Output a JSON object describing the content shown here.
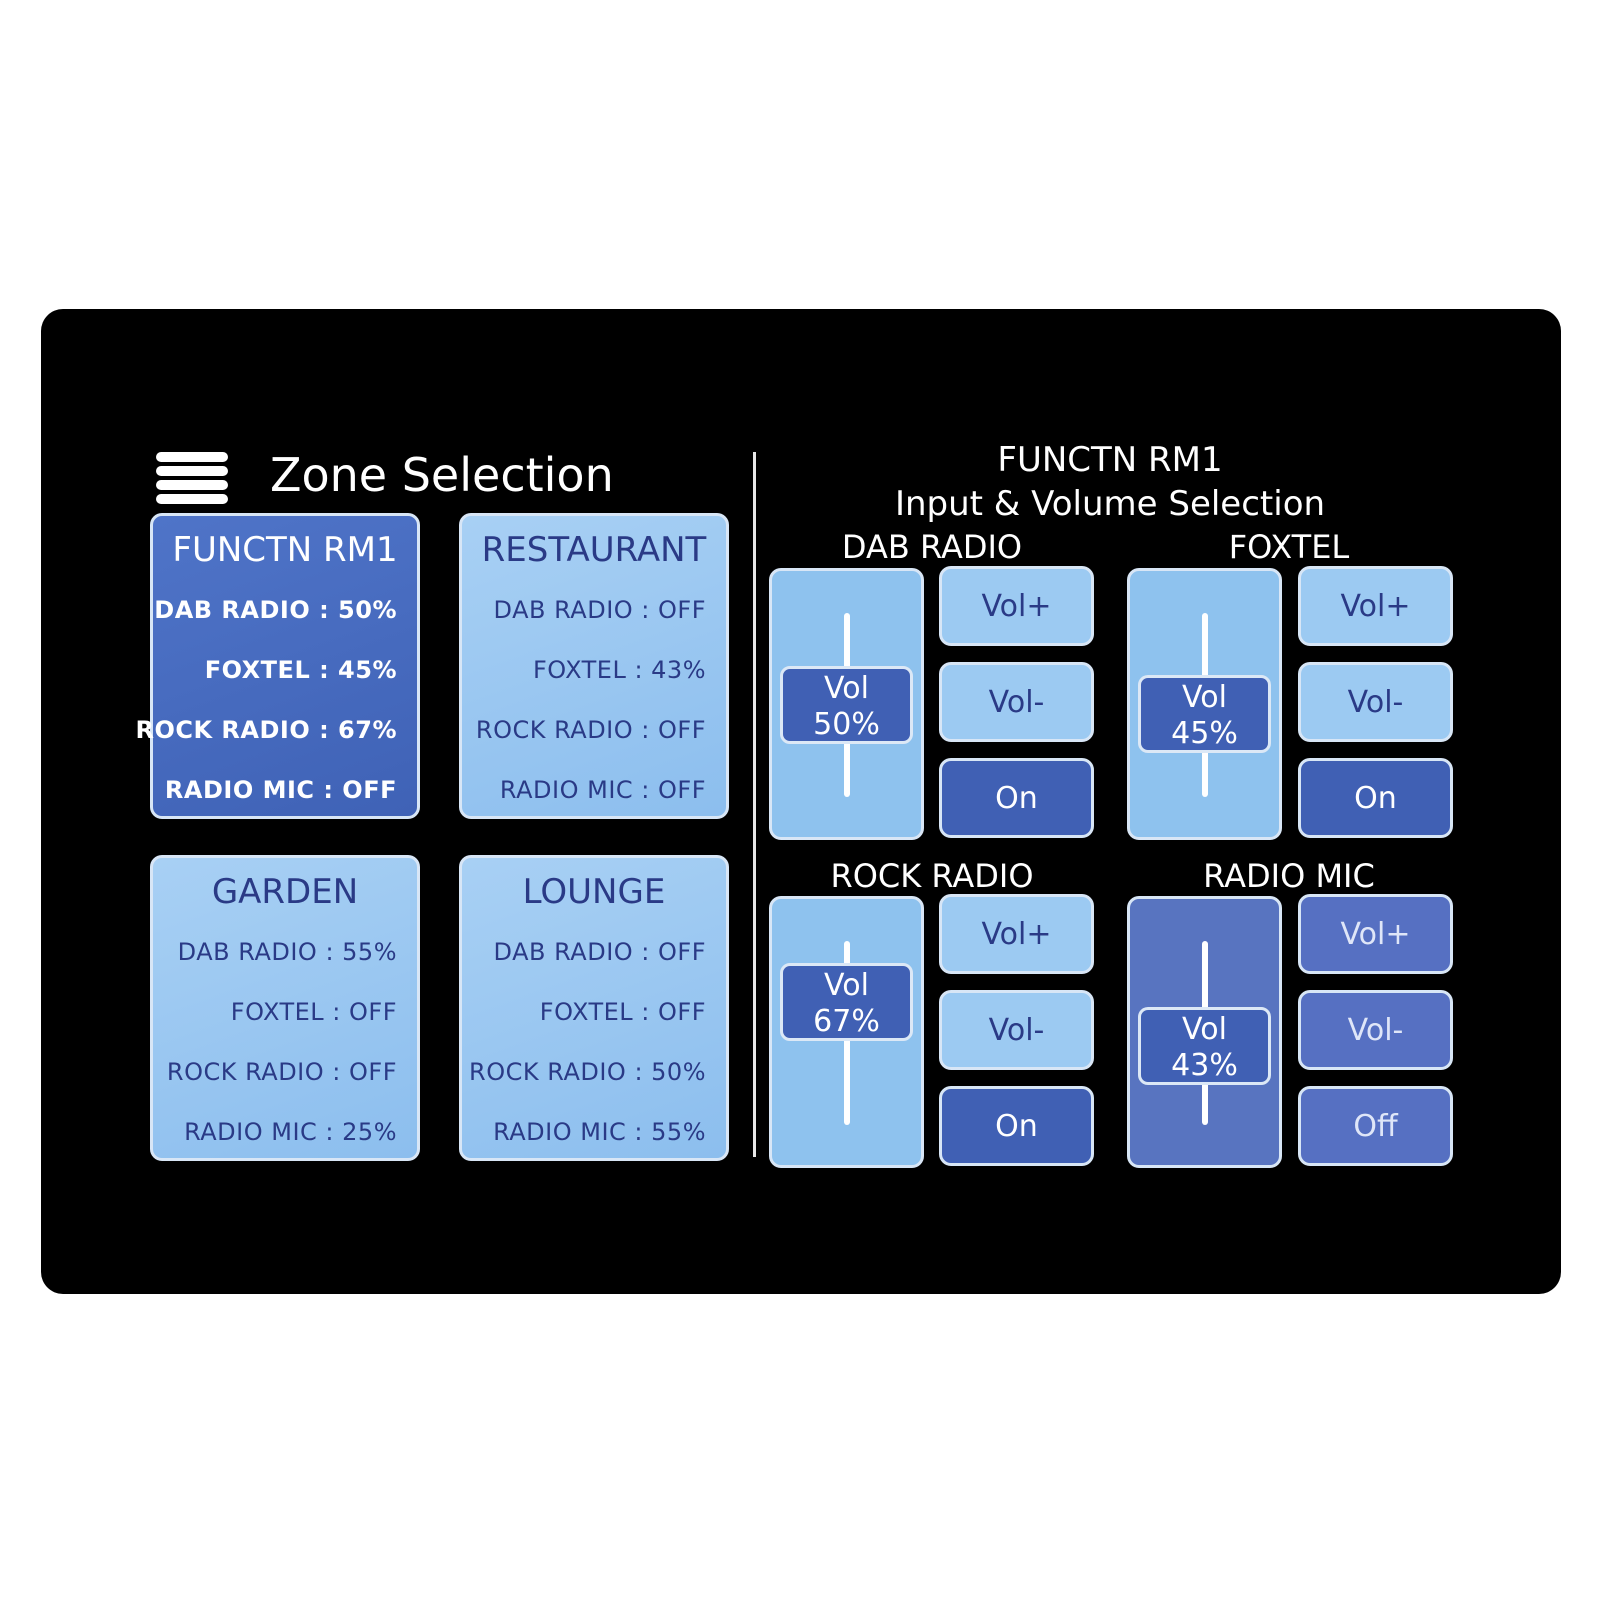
{
  "zone_panel": {
    "title": "Zone Selection",
    "zones": [
      {
        "name": "FUNCTN RM1",
        "rows": [
          "DAB RADIO : 50%",
          "FOXTEL : 45%",
          "ROCK RADIO : 67%",
          "RADIO MIC : OFF"
        ]
      },
      {
        "name": "RESTAURANT",
        "rows": [
          "DAB RADIO : OFF",
          "FOXTEL : 43%",
          "ROCK RADIO : OFF",
          "RADIO MIC : OFF"
        ]
      },
      {
        "name": "GARDEN",
        "rows": [
          "DAB RADIO : 55%",
          "FOXTEL : OFF",
          "ROCK RADIO : OFF",
          "RADIO MIC : 25%"
        ]
      },
      {
        "name": "LOUNGE",
        "rows": [
          "DAB RADIO : OFF",
          "FOXTEL : OFF",
          "ROCK RADIO : 50%",
          "RADIO MIC : 55%"
        ]
      }
    ]
  },
  "control_panel": {
    "title_line1": "FUNCTN RM1",
    "title_line2": "Input & Volume Selection",
    "inputs": [
      {
        "name": "DAB RADIO",
        "vol_label": "Vol",
        "vol_value": "50%",
        "level": 0.5,
        "btn_up": "Vol+",
        "btn_down": "Vol-",
        "toggle": "On"
      },
      {
        "name": "FOXTEL",
        "vol_label": "Vol",
        "vol_value": "45%",
        "level": 0.45,
        "btn_up": "Vol+",
        "btn_down": "Vol-",
        "toggle": "On"
      },
      {
        "name": "ROCK RADIO",
        "vol_label": "Vol",
        "vol_value": "67%",
        "level": 0.67,
        "btn_up": "Vol+",
        "btn_down": "Vol-",
        "toggle": "On"
      },
      {
        "name": "RADIO MIC",
        "vol_label": "Vol",
        "vol_value": "43%",
        "level": 0.43,
        "btn_up": "Vol+",
        "btn_down": "Vol-",
        "toggle": "Off"
      }
    ]
  },
  "colors": {
    "screen": "#000000",
    "card_light": "#a8d0f4",
    "card_active": "#4f74c8",
    "button_on": "#4060b4",
    "button_off_state": "#5670c2"
  }
}
